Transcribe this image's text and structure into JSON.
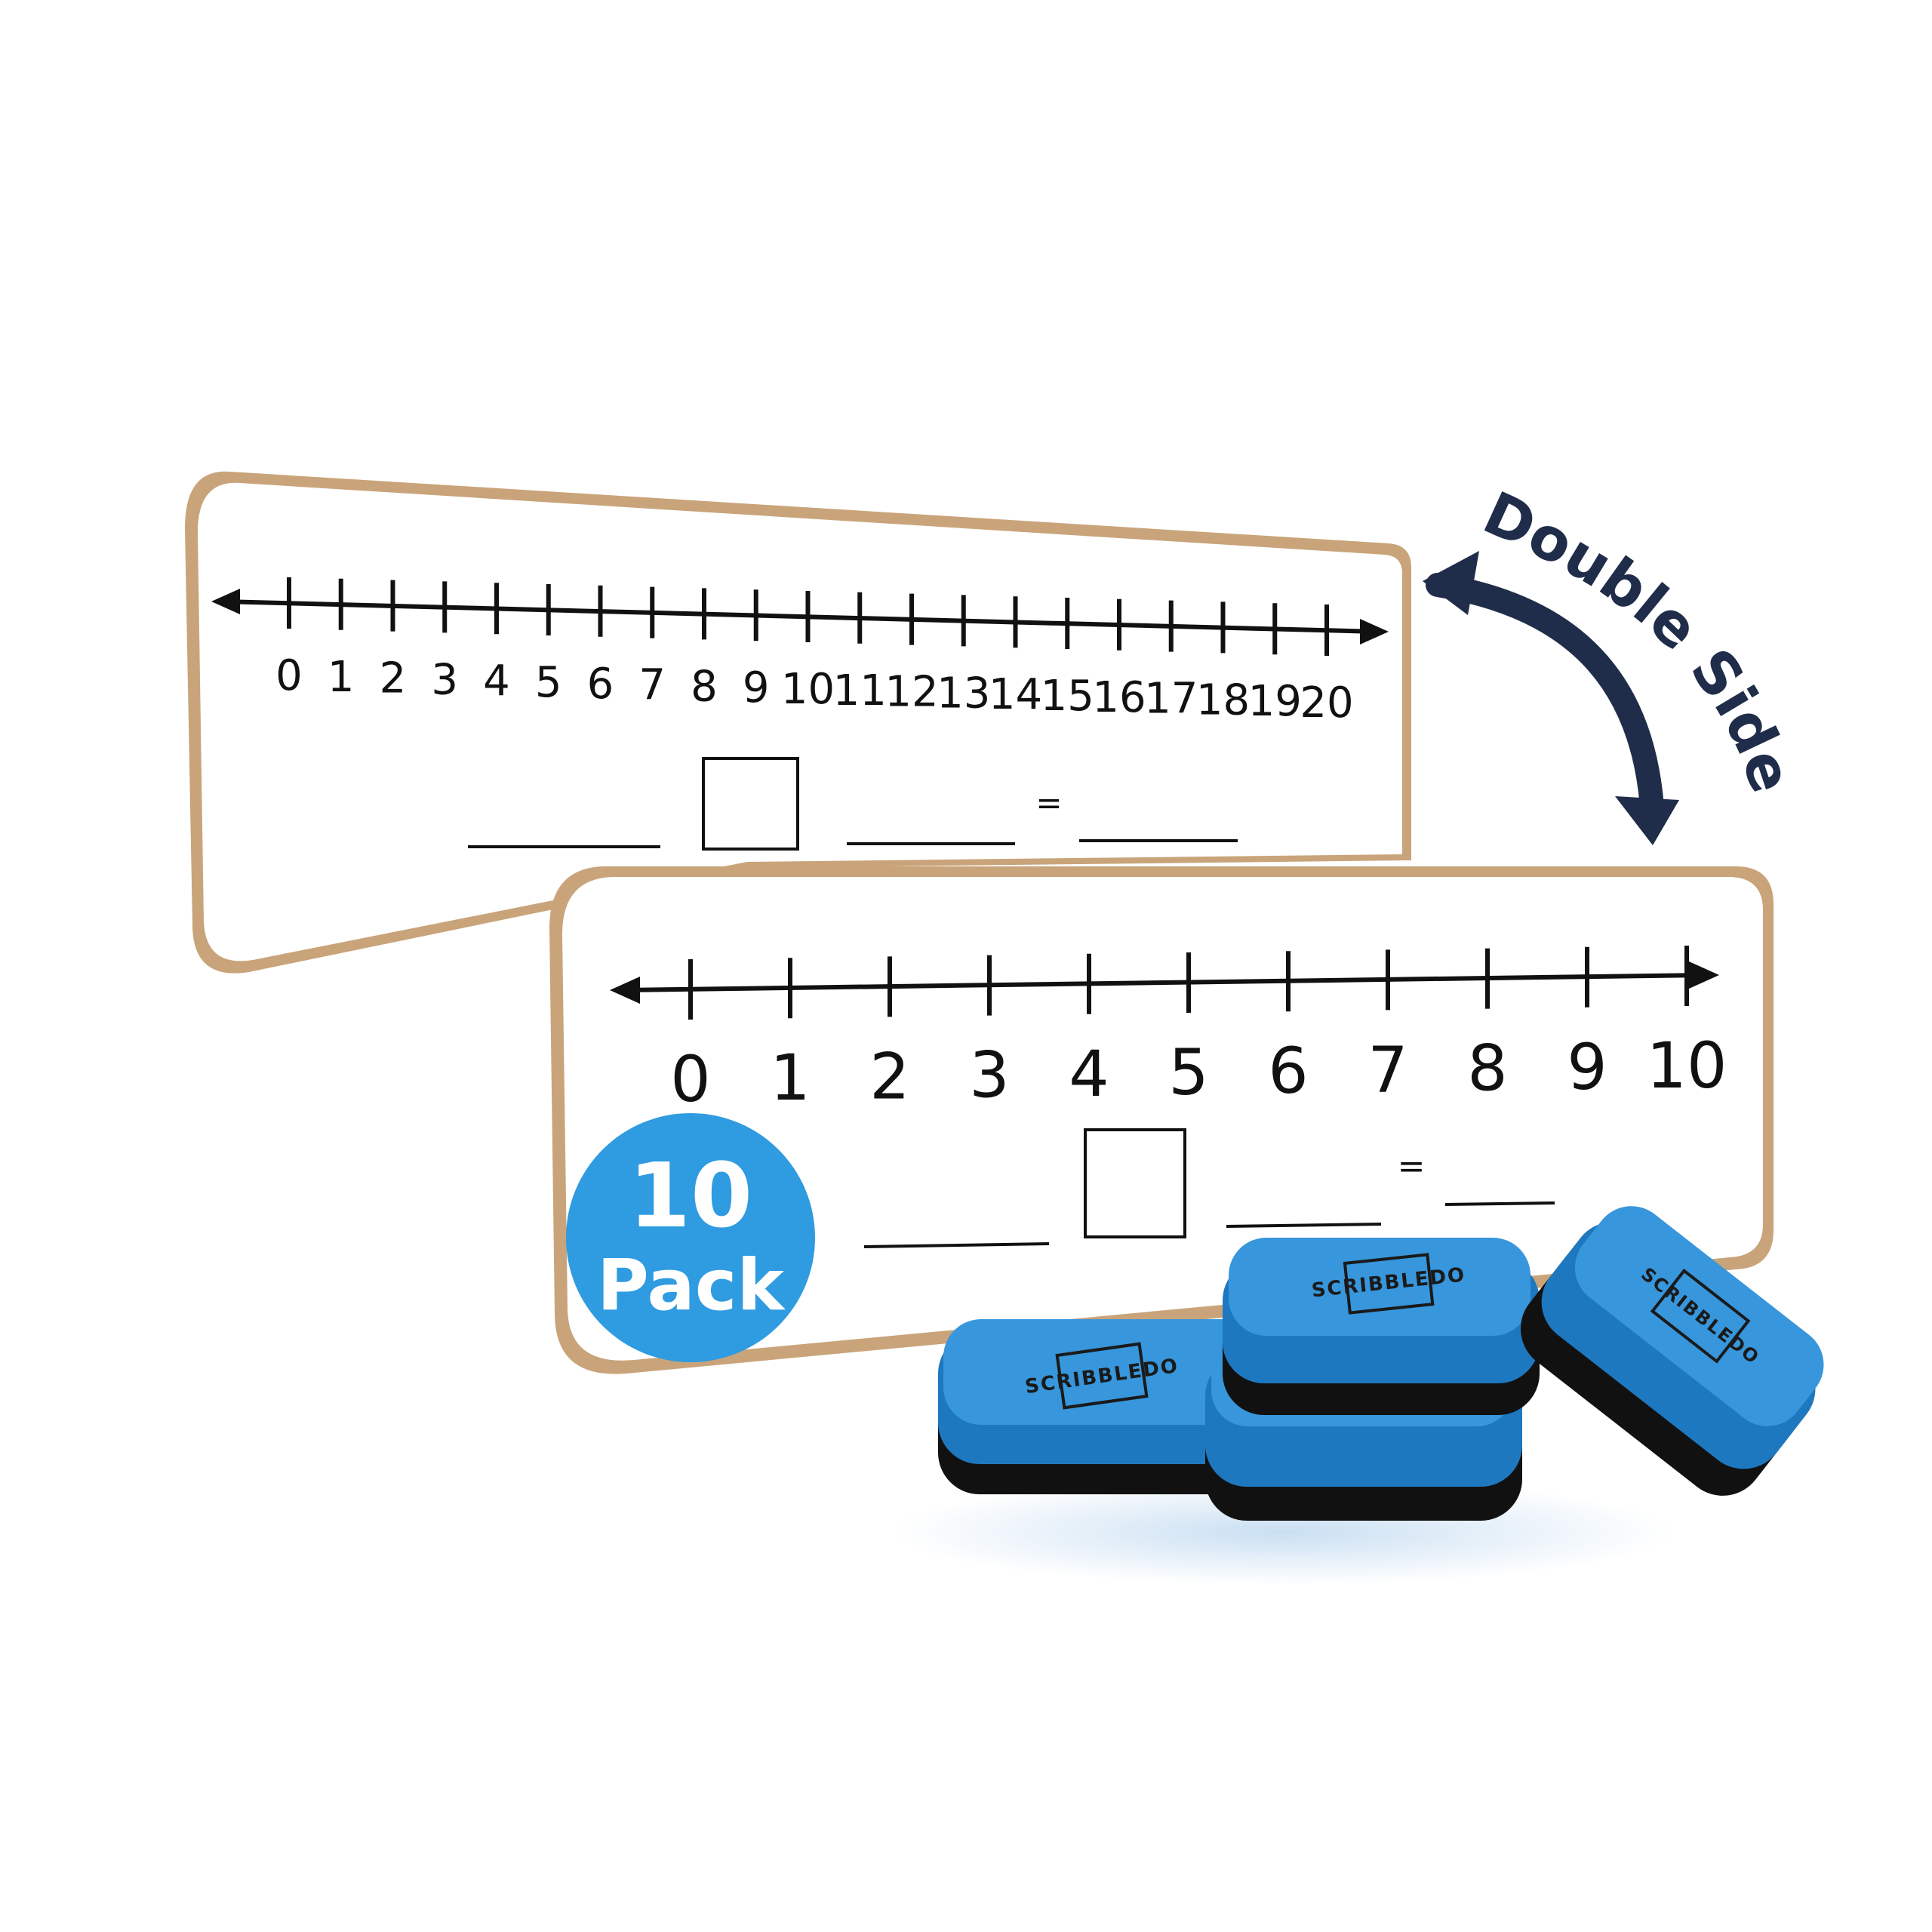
{
  "back_board": {
    "ticks": [
      "0",
      "1",
      "2",
      "3",
      "4",
      "5",
      "6",
      "7",
      "8",
      "9",
      "10",
      "11",
      "12",
      "13",
      "14",
      "15",
      "16",
      "17",
      "18",
      "19",
      "20"
    ],
    "equals": "="
  },
  "front_board": {
    "ticks": [
      "0",
      "1",
      "2",
      "3",
      "4",
      "5",
      "6",
      "7",
      "8",
      "9",
      "10"
    ],
    "equals": "="
  },
  "callout": {
    "text": "Double Sided"
  },
  "badge": {
    "line1": "10",
    "line2": "Pack"
  },
  "eraser": {
    "brand": "SCRIBBLEDO"
  },
  "colors": {
    "board_edge": "#c9a47a",
    "badge": "#2f9be0",
    "eraser": "#2e8fd6",
    "callout_ink": "#1f2d4a"
  },
  "icons": [
    "arrow-left-icon",
    "arrow-right-icon",
    "curved-arrow-icon"
  ]
}
